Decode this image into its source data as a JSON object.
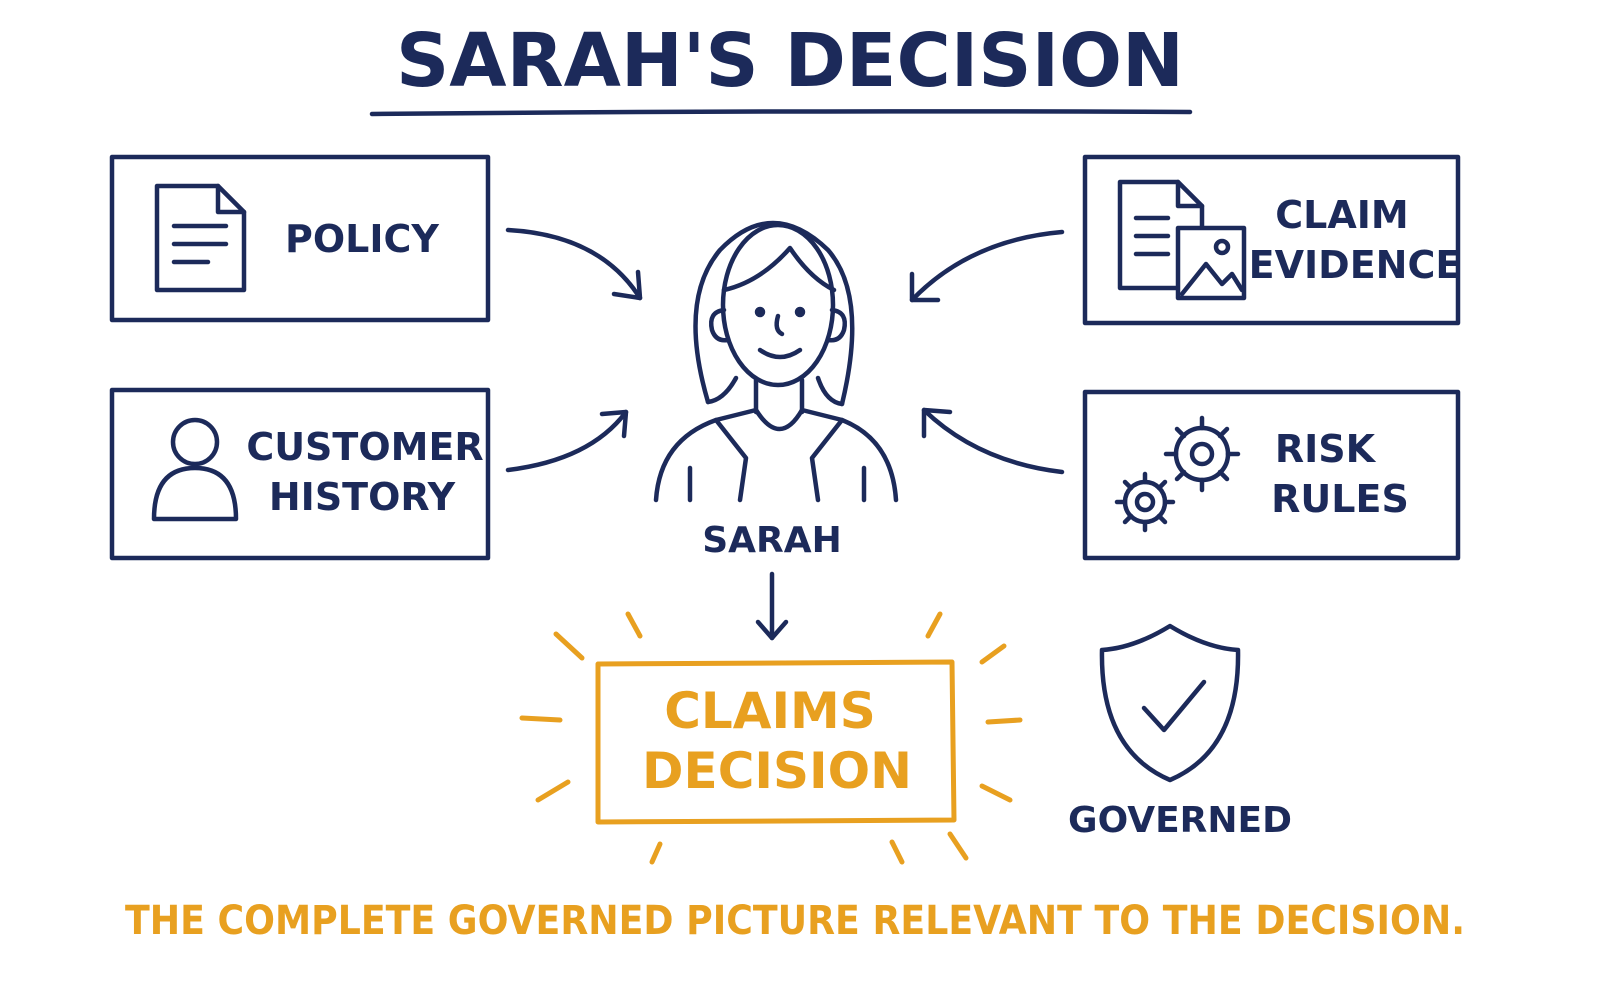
{
  "title": "Sarah's Decision",
  "inputs": {
    "policy": {
      "label": "Policy",
      "icon": "document-icon"
    },
    "customer_history": {
      "lines": [
        "Customer",
        "History"
      ],
      "icon": "person-icon"
    },
    "claim_evidence": {
      "lines": [
        "Claim",
        "Evidence"
      ],
      "icon": "document-image-icon"
    },
    "risk_rules": {
      "lines": [
        "Risk",
        "Rules"
      ],
      "icon": "gears-icon"
    }
  },
  "person": {
    "name": "Sarah",
    "icon": "woman-avatar-icon"
  },
  "output": {
    "lines": [
      "Claims",
      "Decision"
    ]
  },
  "governed": {
    "label": "Governed",
    "icon": "shield-check-icon"
  },
  "footer": "The complete governed picture relevant to the decision.",
  "colors": {
    "navy": "#1c2a5a",
    "orange": "#e8a020",
    "background": "#ffffff"
  }
}
